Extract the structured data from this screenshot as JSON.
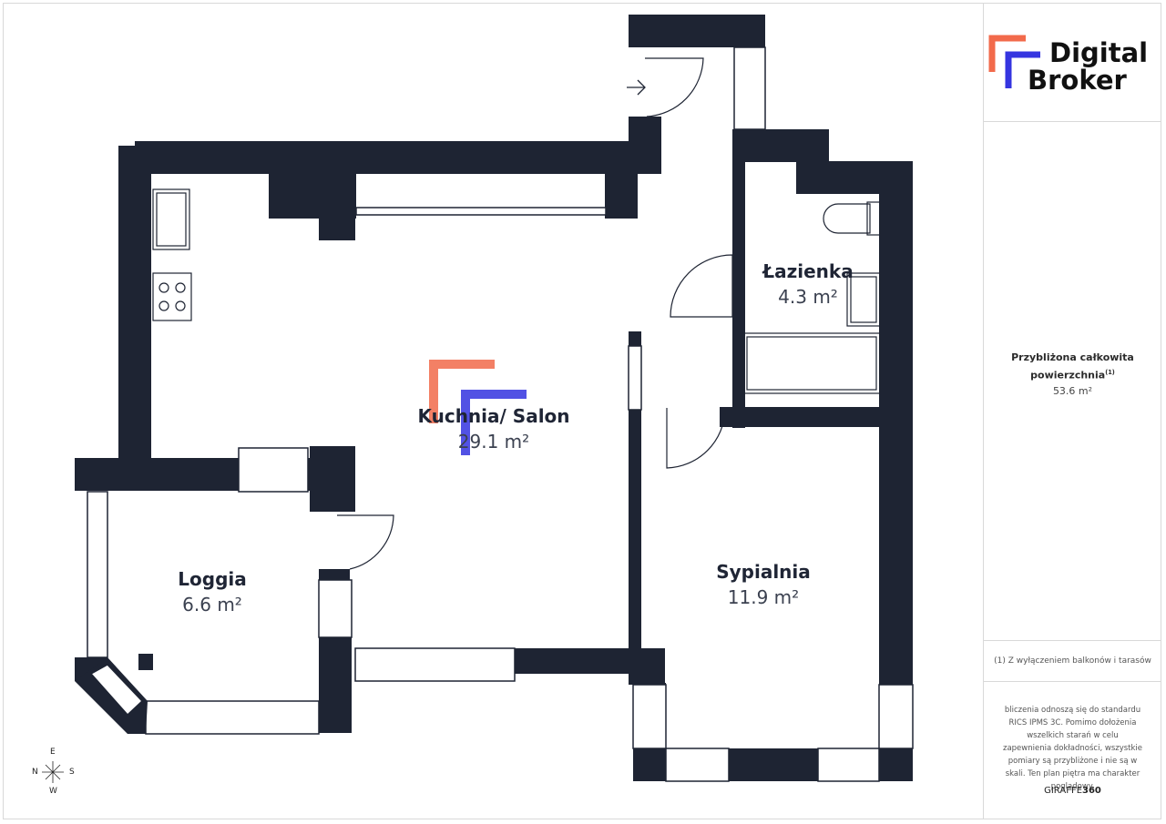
{
  "rooms": {
    "kitchen": {
      "name": "Kuchnia/ Salon",
      "area": "29.1 m²"
    },
    "bathroom": {
      "name": "Łazienka",
      "area": "4.3 m²"
    },
    "bedroom": {
      "name": "Sypialnia",
      "area": "11.9 m²"
    },
    "loggia": {
      "name": "Loggia",
      "area": "6.6 m²"
    }
  },
  "compass": {
    "n": "N",
    "e": "E",
    "s": "S",
    "w": "W"
  },
  "sidebar": {
    "logo_line1": "Digital",
    "logo_line2": "Broker",
    "area_title_line1": "Przybliżona całkowita",
    "area_title_line2": "powierzchnia",
    "area_title_sup": "(1)",
    "area_value": "53.6 m²",
    "footnote": "(1) Z wyłączeniem balkonów i tarasów",
    "disclaimer": "bliczenia odnoszą się do standardu RICS IPMS 3C. Pomimo dołożenia wszelkich starań w celu zapewnienia dokładności, wszystkie pomiary są przybliżone i nie są w skali. Ten plan piętra ma charakter poglądowy.",
    "brand_prefix": "GIRAFFE",
    "brand_suffix": "360"
  },
  "colors": {
    "wall": "#1e2433",
    "logo_orange": "#f26a4b",
    "logo_blue": "#3535e0",
    "border": "#d9d9d9"
  }
}
